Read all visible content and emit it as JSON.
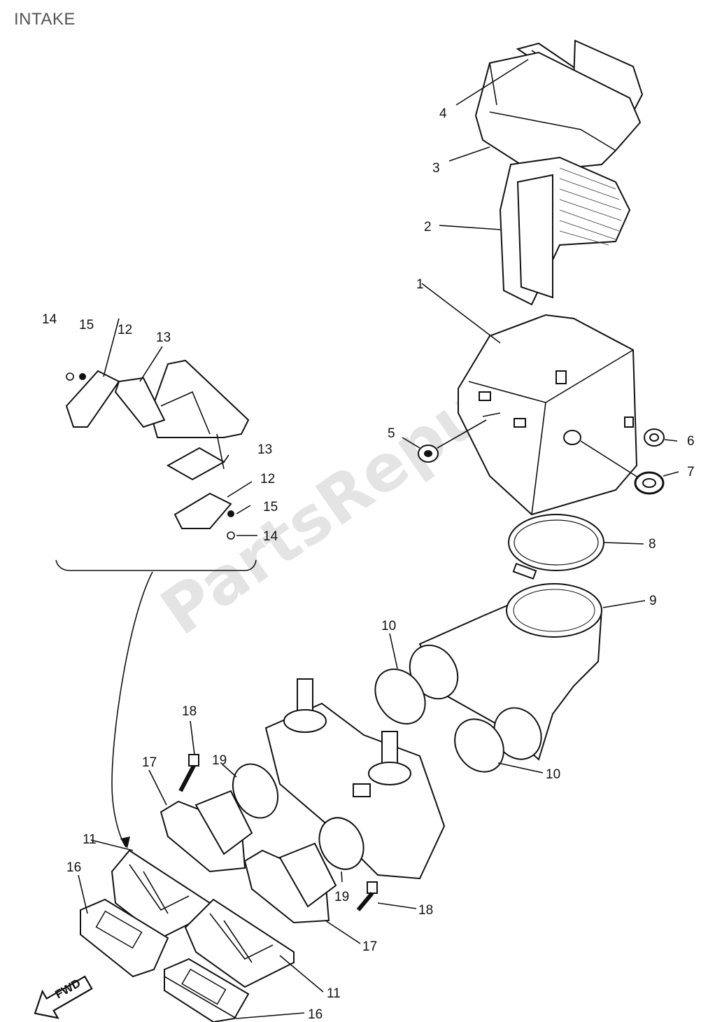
{
  "page": {
    "title": "INTAKE"
  },
  "watermark": {
    "text": "PartsRepublik"
  },
  "callouts": [
    {
      "id": "c4",
      "text": "4"
    },
    {
      "id": "c3",
      "text": "3"
    },
    {
      "id": "c2",
      "text": "2"
    },
    {
      "id": "c1",
      "text": "1"
    },
    {
      "id": "c5",
      "text": "5"
    },
    {
      "id": "c6",
      "text": "6"
    },
    {
      "id": "c7",
      "text": "7"
    },
    {
      "id": "c8",
      "text": "8"
    },
    {
      "id": "c9",
      "text": "9"
    },
    {
      "id": "c10a",
      "text": "10"
    },
    {
      "id": "c10b",
      "text": "10"
    },
    {
      "id": "c14a",
      "text": "14"
    },
    {
      "id": "c15a",
      "text": "15"
    },
    {
      "id": "c12a",
      "text": "12"
    },
    {
      "id": "c13a",
      "text": "13"
    },
    {
      "id": "c13b",
      "text": "13"
    },
    {
      "id": "c12b",
      "text": "12"
    },
    {
      "id": "c15b",
      "text": "15"
    },
    {
      "id": "c14b",
      "text": "14"
    },
    {
      "id": "c18a",
      "text": "18"
    },
    {
      "id": "c17a",
      "text": "17"
    },
    {
      "id": "c19a",
      "text": "19"
    },
    {
      "id": "c11a",
      "text": "11"
    },
    {
      "id": "c16a",
      "text": "16"
    },
    {
      "id": "c19b",
      "text": "19"
    },
    {
      "id": "c18b",
      "text": "18"
    },
    {
      "id": "c17b",
      "text": "17"
    },
    {
      "id": "c11b",
      "text": "11"
    },
    {
      "id": "c16b",
      "text": "16"
    }
  ],
  "fwd_badge": {
    "text": "FWD"
  }
}
